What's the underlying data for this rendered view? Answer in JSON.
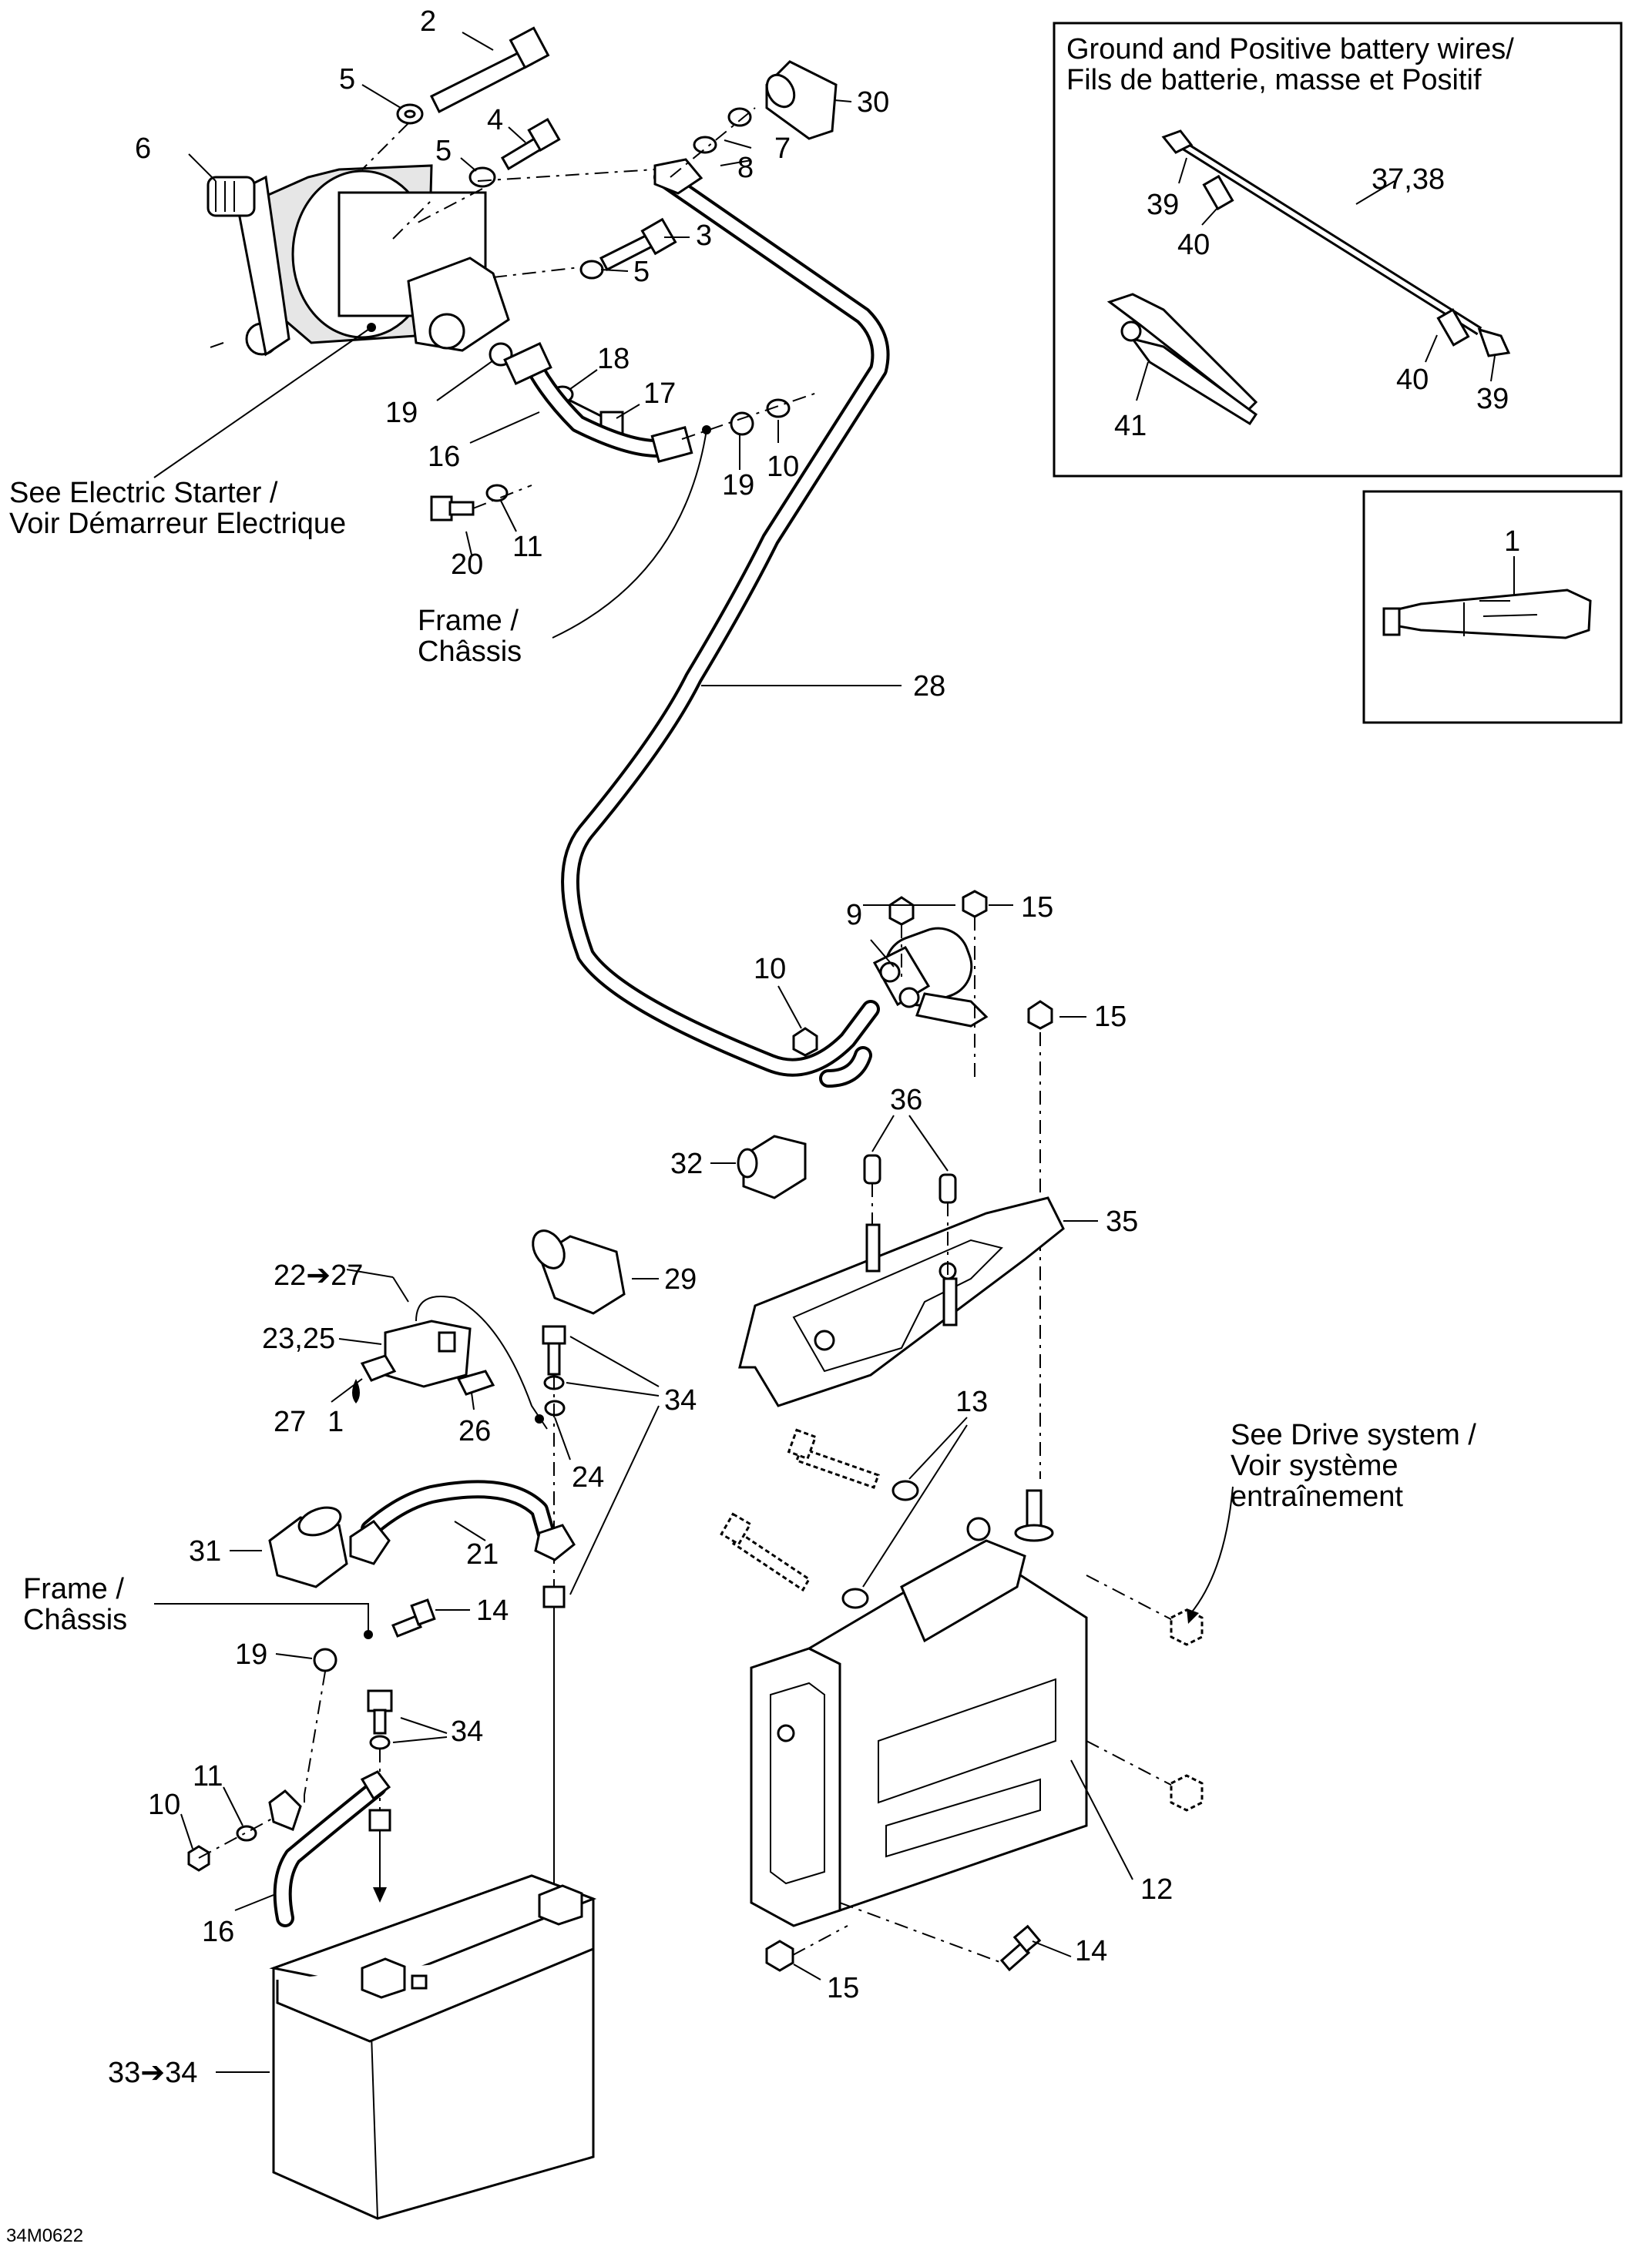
{
  "callouts": {
    "c2": "2",
    "c5a": "5",
    "c4": "4",
    "c6": "6",
    "c5b": "5",
    "c30": "30",
    "c7": "7",
    "c8": "8",
    "c3": "3",
    "c5c": "5",
    "c18": "18",
    "c17": "17",
    "c19a": "19",
    "c16a": "16",
    "c10a": "10",
    "c19b": "19",
    "c20": "20",
    "c11a": "11",
    "c28": "28",
    "c15a": "15",
    "c9": "9",
    "c10b": "10",
    "c15b": "15",
    "c36": "36",
    "c32": "32",
    "c35": "35",
    "c29": "29",
    "c22": "22➔27",
    "c2325": "23,25",
    "c27": "27",
    "c1b": "1",
    "c26": "26",
    "c24": "24",
    "c34a": "34",
    "c13": "13",
    "c31": "31",
    "c21": "21",
    "c14a": "14",
    "c19c": "19",
    "c34b": "34",
    "c11b": "11",
    "c10c": "10",
    "c16b": "16",
    "c12": "12",
    "c14b": "14",
    "c15c": "15",
    "c3334": "33➔34",
    "c3738": "37,38",
    "c39a": "39",
    "c40a": "40",
    "c40b": "40",
    "c39b": "39",
    "c41": "41",
    "c1": "1"
  },
  "labels": {
    "starter_line1": "See Electric Starter /",
    "starter_line2": "Voir Démarreur Electrique",
    "frame1_line1": "Frame /",
    "frame1_line2": "Châssis",
    "frame2_line1": "Frame /",
    "frame2_line2": "Châssis",
    "drive_line1": "See Drive system /",
    "drive_line2": "Voir système",
    "drive_line3": "entraînement"
  },
  "inset_wires": {
    "title_line1": "Ground and Positive battery wires/",
    "title_line2": "Fils de batterie, masse et Positif"
  },
  "figure_code": "34M0622"
}
